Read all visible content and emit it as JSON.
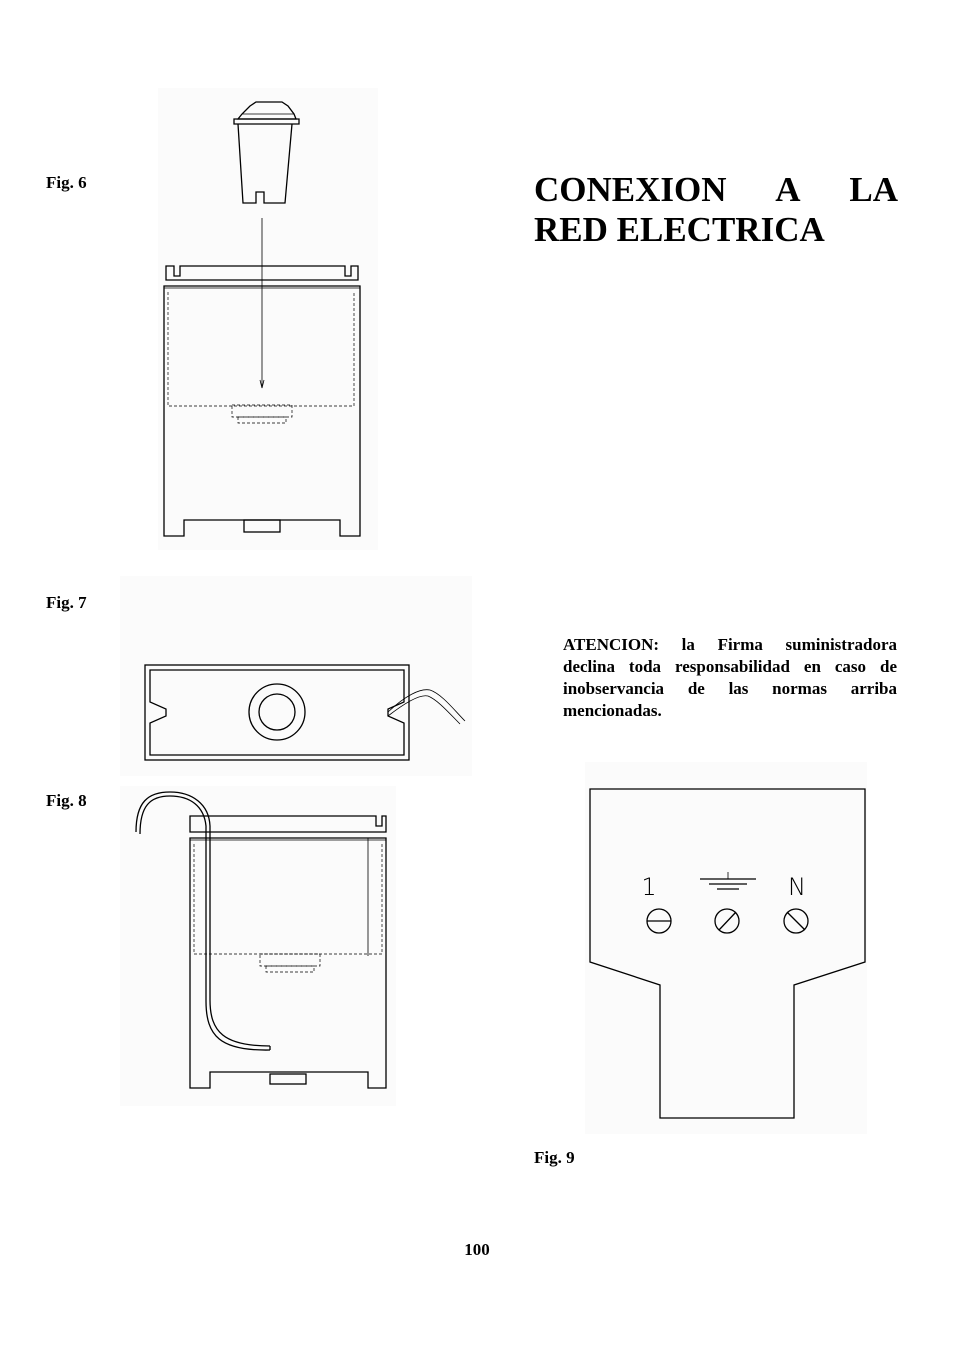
{
  "figures": {
    "fig6": "Fig. 6",
    "fig7": "Fig. 7",
    "fig8": "Fig. 8",
    "fig9": "Fig. 9"
  },
  "title": {
    "line1": "CONEXION A LA",
    "line2": "RED ELECTRICA"
  },
  "warning": "ATENCION: la Firma suministradora declina toda responsabilidad en caso de inobservancia de las normas arriba mencionadas.",
  "terminal_labels": {
    "left": "1",
    "right": "N"
  },
  "page_number": "100"
}
